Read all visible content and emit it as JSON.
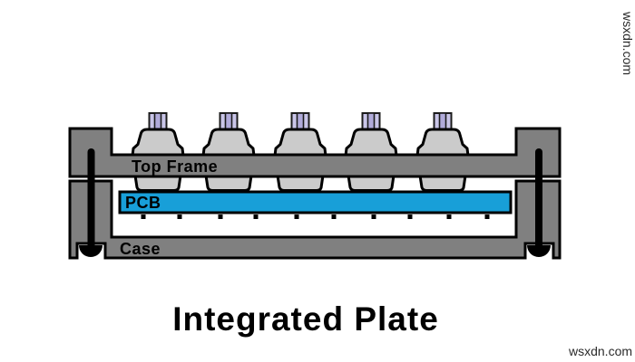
{
  "diagram": {
    "title": "Integrated Plate",
    "labels": {
      "top_frame": "Top Frame",
      "pcb": "PCB",
      "case": "Case"
    },
    "colors": {
      "frame_gray": "#808080",
      "switch_body": "#cbcbcb",
      "stem_light": "#c9c5e8",
      "stem_dark": "#b1abdb",
      "pcb_blue": "#189fd8",
      "outline": "#000000",
      "screw_black": "#000000"
    },
    "switch_count": 5,
    "pin_count": 10
  },
  "watermarks": {
    "top_right": "wsxdn.com",
    "bottom_right": "wsxdn.com"
  }
}
